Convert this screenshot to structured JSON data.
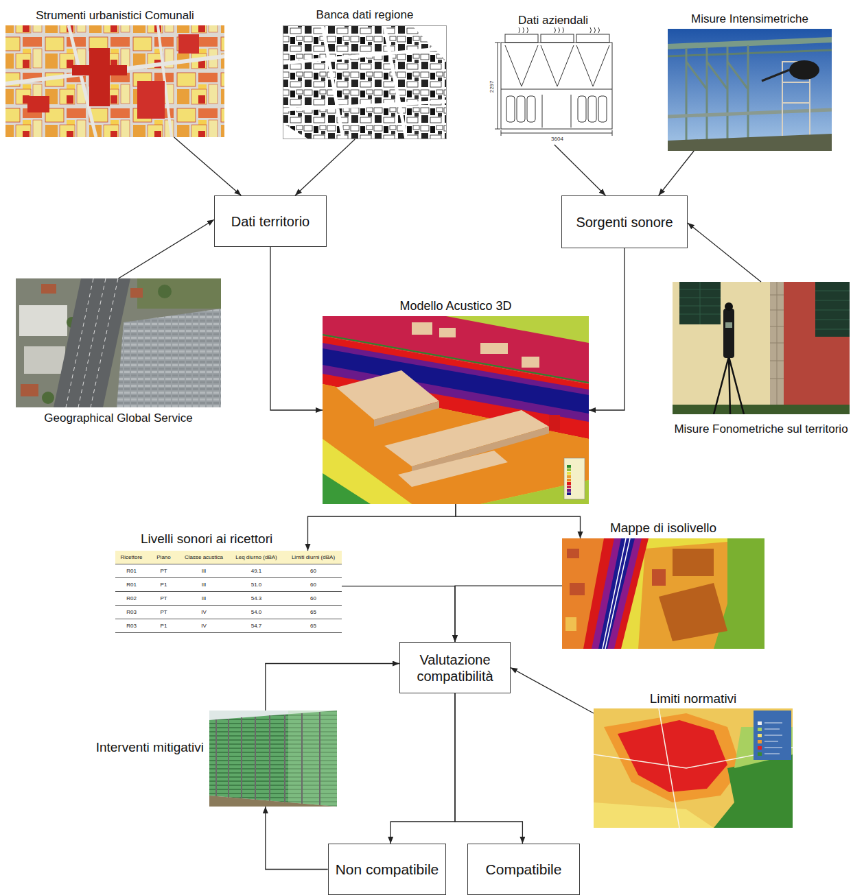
{
  "diagram": {
    "nodes": [
      {
        "text": [
          "Strumenti urbanistici Comunali"
        ]
      },
      {
        "text": [
          "Banca dati regione"
        ]
      },
      {
        "text": [
          "Dati aziendali"
        ]
      },
      {
        "text": [
          "Misure Intensimetriche"
        ]
      },
      {
        "text": [
          "Dati territorio"
        ]
      },
      {
        "text": [
          "Sorgenti sonore"
        ]
      },
      {
        "text": [
          "Geographical Global Service"
        ]
      },
      {
        "text": [
          "Misure Fonometriche sul territorio"
        ]
      },
      {
        "text": [
          "Modello Acustico 3D"
        ]
      },
      {
        "text": [
          "Livelli sonori ai ricettori"
        ]
      },
      {
        "text": [
          "Mappe di isolivello"
        ]
      },
      {
        "text": [
          "Valutazione compatibilità"
        ]
      },
      {
        "text": [
          "Limiti normativi"
        ]
      },
      {
        "text": [
          "Interventi mitigativi"
        ]
      },
      {
        "text": [
          "Non compatibile"
        ]
      },
      {
        "text": [
          "Compatibile"
        ]
      }
    ],
    "edges": [
      {
        "from": 0,
        "to": 4,
        "arrow": "to"
      },
      {
        "from": 1,
        "to": 4,
        "arrow": "to"
      },
      {
        "from": 6,
        "to": 4,
        "arrow": "to"
      },
      {
        "from": 2,
        "to": 5,
        "arrow": "to"
      },
      {
        "from": 3,
        "to": 5,
        "arrow": "to"
      },
      {
        "from": 7,
        "to": 5,
        "arrow": "to"
      },
      {
        "from": 4,
        "to": 8,
        "arrow": "to"
      },
      {
        "from": 5,
        "to": 8,
        "arrow": "to"
      },
      {
        "from": 8,
        "to": 9,
        "arrow": "to"
      },
      {
        "from": 8,
        "to": 10,
        "arrow": "to"
      },
      {
        "from": 9,
        "to": 11,
        "arrow": "to"
      },
      {
        "from": 10,
        "to": 11,
        "arrow": "to"
      },
      {
        "from": 12,
        "to": 11,
        "arrow": "to"
      },
      {
        "from": 11,
        "to": 14,
        "arrow": "to"
      },
      {
        "from": 11,
        "to": 15,
        "arrow": "to"
      },
      {
        "from": 14,
        "to": 13,
        "arrow": "to"
      },
      {
        "from": 13,
        "to": 11,
        "arrow": "to"
      }
    ],
    "labels": [
      "2297",
      "3604",
      "Ricettore",
      "Piano",
      "Classe acustica",
      "Leq diurno (dBA)",
      "Limiti diurni (dBA)",
      "R01",
      "PT",
      "III",
      "49.1",
      "60",
      "R01",
      "P1",
      "III",
      "51.0",
      "60",
      "R02",
      "PT",
      "III",
      "54.3",
      "60",
      "R03",
      "PT",
      "IV",
      "54.0",
      "65",
      "R03",
      "P1",
      "IV",
      "54.7",
      "65"
    ]
  }
}
